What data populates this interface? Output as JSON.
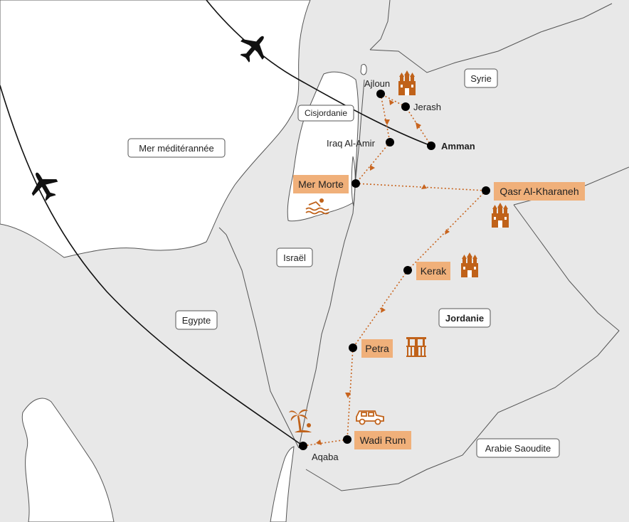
{
  "labels": {
    "mediterranean": "Mer méditérannée",
    "westbank": "Cisjordanie",
    "syria": "Syrie",
    "israel": "Israël",
    "egypt": "Egypte",
    "jordan": "Jordanie",
    "saudi": "Arabie Saoudite"
  },
  "cities": {
    "ajloun": "Ajloun",
    "jerash": "Jerash",
    "iraq": "Iraq Al-Amir",
    "amman": "Amman",
    "dead_sea": "Mer Morte",
    "qasr": "Qasr Al-Kharaneh",
    "kerak": "Kerak",
    "petra": "Petra",
    "wadi_rum": "Wadi Rum",
    "aqaba": "Aqaba"
  },
  "colors": {
    "land": "#e8e8e8",
    "sea": "#ffffff",
    "border": "#555555",
    "route": "#c8641e",
    "highlight": "#f0b07a",
    "icon": "#c0621a"
  },
  "icons": [
    "airplane-icon",
    "castle-icon",
    "swimmer-icon",
    "treasury-icon",
    "jeep-icon",
    "palm-tree-icon"
  ]
}
